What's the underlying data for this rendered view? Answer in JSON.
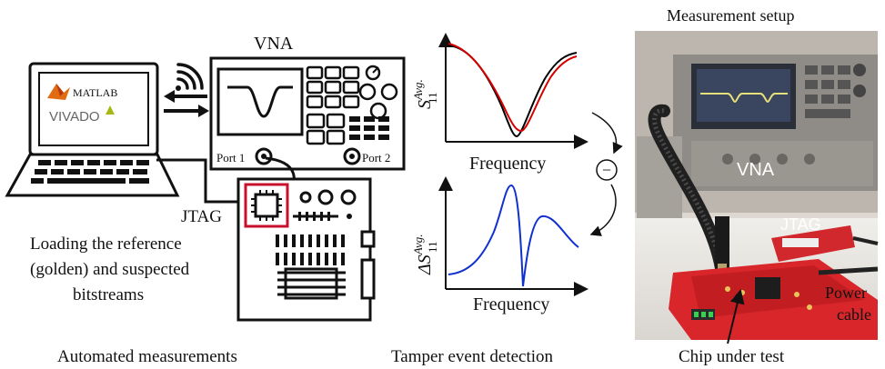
{
  "panels": {
    "left_caption": "Automated measurements",
    "middle_caption": "Tamper event detection",
    "right_title": "Measurement setup"
  },
  "left": {
    "vna_label": "VNA",
    "port1": "Port 1",
    "port2": "Port 2",
    "jtag_label": "JTAG",
    "laptop_brand_1": "MATLAB",
    "laptop_brand_2": "VIVADO",
    "loading_text_1": "Loading the reference",
    "loading_text_2": "(golden) and suspected",
    "loading_text_3": "bitstreams"
  },
  "middle": {
    "top_plot": {
      "ylabel_base": "S",
      "ylabel_sup": "Avg.",
      "ylabel_sub": "11",
      "xlabel": "Frequency",
      "series_colors": [
        "#000000",
        "#d40000"
      ]
    },
    "bottom_plot": {
      "ylabel_base": "ΔS",
      "ylabel_sup": "Avg.",
      "ylabel_sub": "11",
      "xlabel": "Frequency",
      "series_colors": [
        "#1030d0"
      ]
    },
    "subtract_symbol": "−"
  },
  "photo": {
    "vna_label": "VNA",
    "jtag_label": "JTAG",
    "power_label_1": "Power",
    "power_label_2": "cable",
    "chip_label": "Chip under test"
  },
  "colors": {
    "highlight_red": "#c8102e",
    "photo_board": "#d8262b",
    "curve_blue": "#1030d0"
  }
}
